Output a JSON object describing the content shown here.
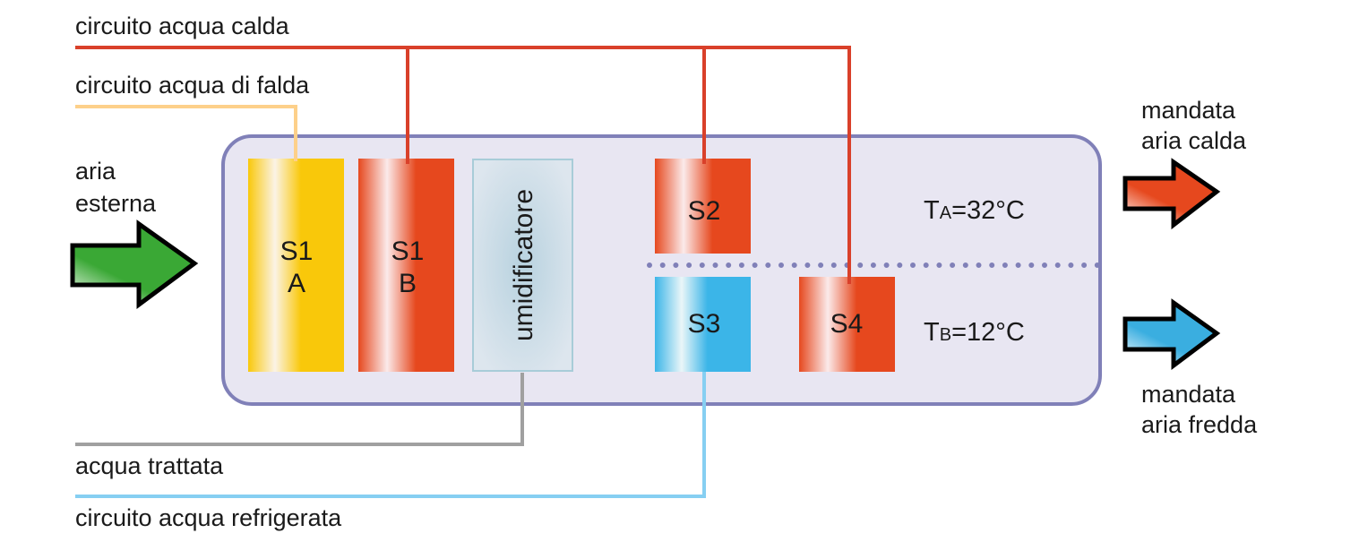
{
  "circuits": {
    "hot_water": {
      "label": "circuito acqua calda",
      "color": "#d9402a"
    },
    "ground_water": {
      "label": "circuito acqua di falda",
      "color": "#fdd08a"
    },
    "treated_water": {
      "label": "acqua trattata",
      "color": "#a0a0a0"
    },
    "chilled_water": {
      "label": "circuito acqua refrigerata",
      "color": "#86cff2"
    }
  },
  "inlet": {
    "label_line1": "aria",
    "label_line2": "esterna",
    "arrow_color": "#3aa835"
  },
  "unit": {
    "fill": "#e8e6f2",
    "border": "#8080b8",
    "blocks": {
      "s1a": {
        "line1": "S1",
        "line2": "A",
        "color": "#f9c80a"
      },
      "s1b": {
        "line1": "S1",
        "line2": "B",
        "color": "#e6481e"
      },
      "humidifier": {
        "label": "umidificatore",
        "color": "#bcd4e0"
      },
      "s2": {
        "label": "S2",
        "color": "#e6481e"
      },
      "s3": {
        "label": "S3",
        "color": "#3bb5e8"
      },
      "s4": {
        "label": "S4",
        "color": "#e6481e"
      }
    },
    "temp_a": {
      "prefix": "T",
      "subscript": "A",
      "value": "=32°C"
    },
    "temp_b": {
      "prefix": "T",
      "subscript": "B",
      "value": "=12°C"
    }
  },
  "outlets": {
    "hot": {
      "line1": "mandata",
      "line2": "aria calda",
      "arrow_color": "#e6481e"
    },
    "cold": {
      "line1": "mandata",
      "line2": "aria fredda",
      "arrow_color": "#3aaee0"
    }
  }
}
